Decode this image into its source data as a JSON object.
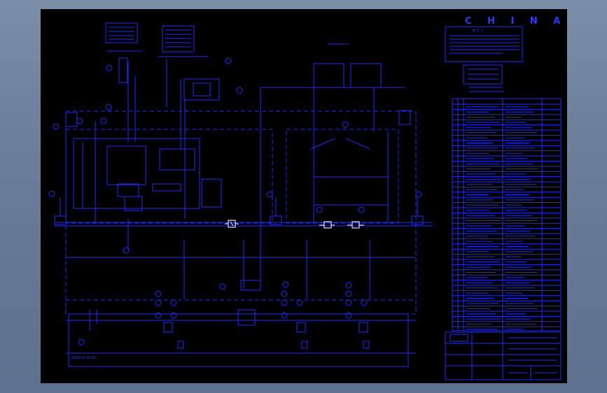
{
  "sheet": {
    "title": "C H I N A",
    "note_header": "NOTA 1",
    "bottom_label": "DRENAGEM MOTORA"
  },
  "colors": {
    "background": "#6a7e99",
    "sheet": "#000000",
    "line": "#1e2cff",
    "highlight": "#e6e8ff"
  },
  "icons": [
    "valve-symbol-icon",
    "check-valve-icon",
    "pump-icon",
    "gauge-icon"
  ]
}
